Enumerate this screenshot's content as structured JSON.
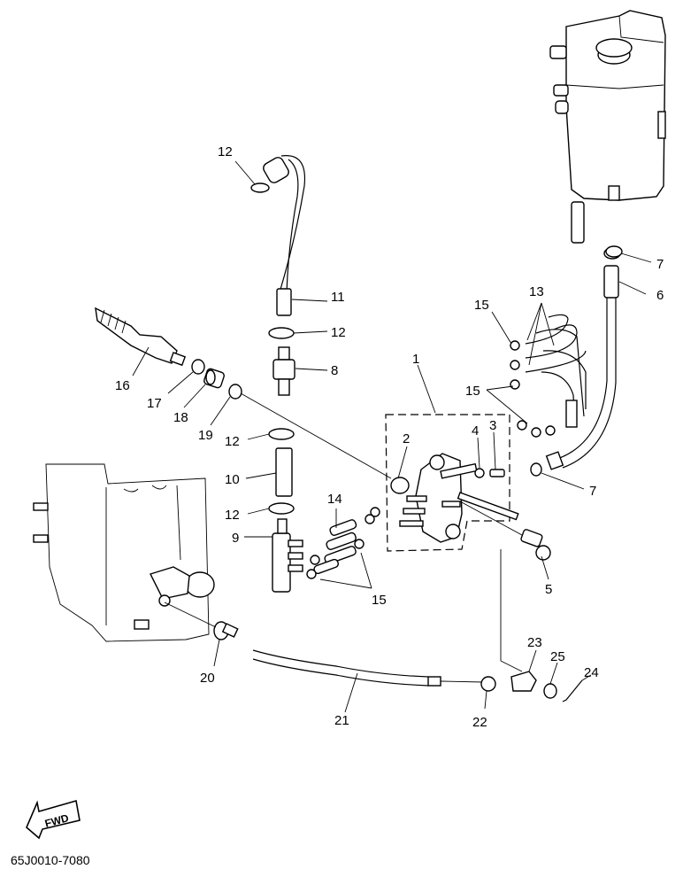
{
  "diagram": {
    "drawing_code": "65J0010-7080",
    "fwd_label": "FWD",
    "callouts": {
      "c1": "1",
      "c2": "2",
      "c3": "3",
      "c4": "4",
      "c5": "5",
      "c6": "6",
      "c7a": "7",
      "c7b": "7",
      "c8": "8",
      "c9": "9",
      "c10": "10",
      "c11": "11",
      "c12a": "12",
      "c12b": "12",
      "c12c": "12",
      "c12d": "12",
      "c13": "13",
      "c14": "14",
      "c15a": "15",
      "c15b": "15",
      "c15c": "15",
      "c16": "16",
      "c17": "17",
      "c18": "18",
      "c19": "19",
      "c20": "20",
      "c21": "21",
      "c22": "22",
      "c23": "23",
      "c24": "24",
      "c25": "25"
    }
  }
}
